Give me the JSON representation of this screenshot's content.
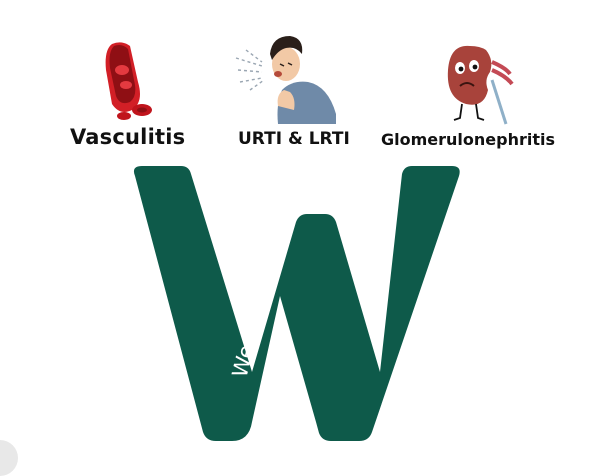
{
  "labels": {
    "vasculitis": "Vasculitis",
    "urti": "URTI & LRTI",
    "glomerulonephritis": "Glomerulonephritis"
  },
  "letter": {
    "text": "W",
    "caption": "Wegner's Triad",
    "color": "#0e5a4a"
  },
  "icons": {
    "vasculitis": "blood-vessel-icon",
    "urti": "sneezing-person-icon",
    "glomerulonephritis": "sad-kidney-icon"
  },
  "colors": {
    "blood": "#c0141c",
    "kidney": "#a8433b",
    "shirt": "#6f8aa8",
    "text": "#111111"
  }
}
